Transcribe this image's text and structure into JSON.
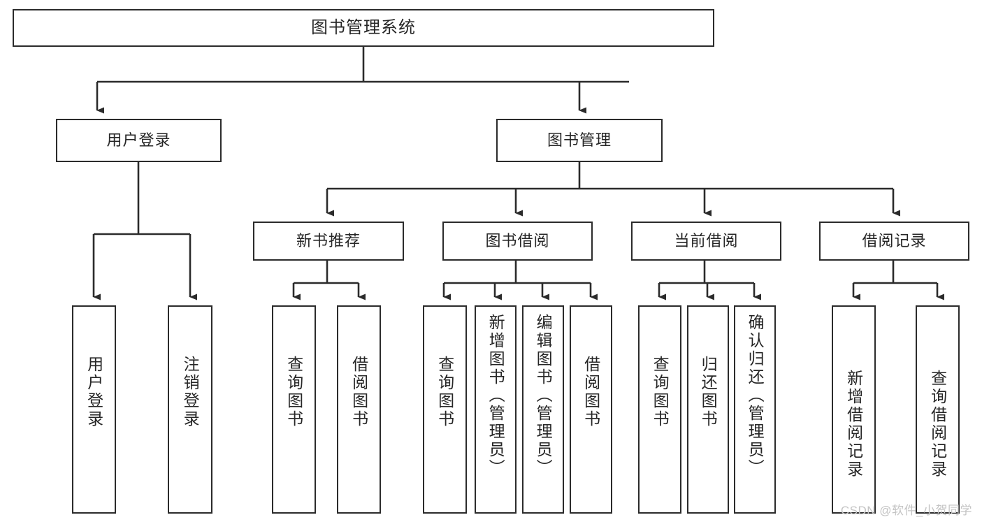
{
  "diagram": {
    "type": "tree-hierarchy-flowchart",
    "title_node": {
      "label": "图书管理系统"
    },
    "level2": [
      {
        "id": "user-login",
        "label": "用户登录"
      },
      {
        "id": "book-management",
        "label": "图书管理"
      }
    ],
    "level3": [
      {
        "id": "new-book-recommend",
        "label": "新书推荐"
      },
      {
        "id": "book-borrow",
        "label": "图书借阅"
      },
      {
        "id": "current-borrow",
        "label": "当前借阅"
      },
      {
        "id": "borrow-record",
        "label": "借阅记录"
      }
    ],
    "leaves": [
      {
        "id": "leaf-user-login",
        "label": "用户登录",
        "parent": "user-login"
      },
      {
        "id": "leaf-logout-login",
        "label": "注销登录",
        "parent": "user-login"
      },
      {
        "id": "leaf-query-book-1",
        "label": "查询图书",
        "parent": "new-book-recommend"
      },
      {
        "id": "leaf-borrow-book-1",
        "label": "借阅图书",
        "parent": "new-book-recommend"
      },
      {
        "id": "leaf-query-book-2",
        "label": "查询图书",
        "parent": "book-borrow"
      },
      {
        "id": "leaf-add-book",
        "label": "新增图书（管理员）",
        "parent": "book-borrow"
      },
      {
        "id": "leaf-edit-book",
        "label": "编辑图书（管理员）",
        "parent": "book-borrow"
      },
      {
        "id": "leaf-borrow-book-2",
        "label": "借阅图书",
        "parent": "book-borrow"
      },
      {
        "id": "leaf-query-book-3",
        "label": "查询图书",
        "parent": "current-borrow"
      },
      {
        "id": "leaf-return-book",
        "label": "归还图书",
        "parent": "current-borrow"
      },
      {
        "id": "leaf-confirm-return",
        "label": "确认归还（管理员）",
        "parent": "current-borrow"
      },
      {
        "id": "leaf-add-record",
        "label": "新增借阅记录",
        "parent": "borrow-record"
      },
      {
        "id": "leaf-query-record",
        "label": "查询借阅记录",
        "parent": "borrow-record"
      }
    ],
    "watermark": "CSDN @软件_小贺同学",
    "colors": {
      "border": "#2b2b2b",
      "text": "#262626",
      "background": "#ffffff",
      "watermark": "#c4c4c4"
    }
  }
}
